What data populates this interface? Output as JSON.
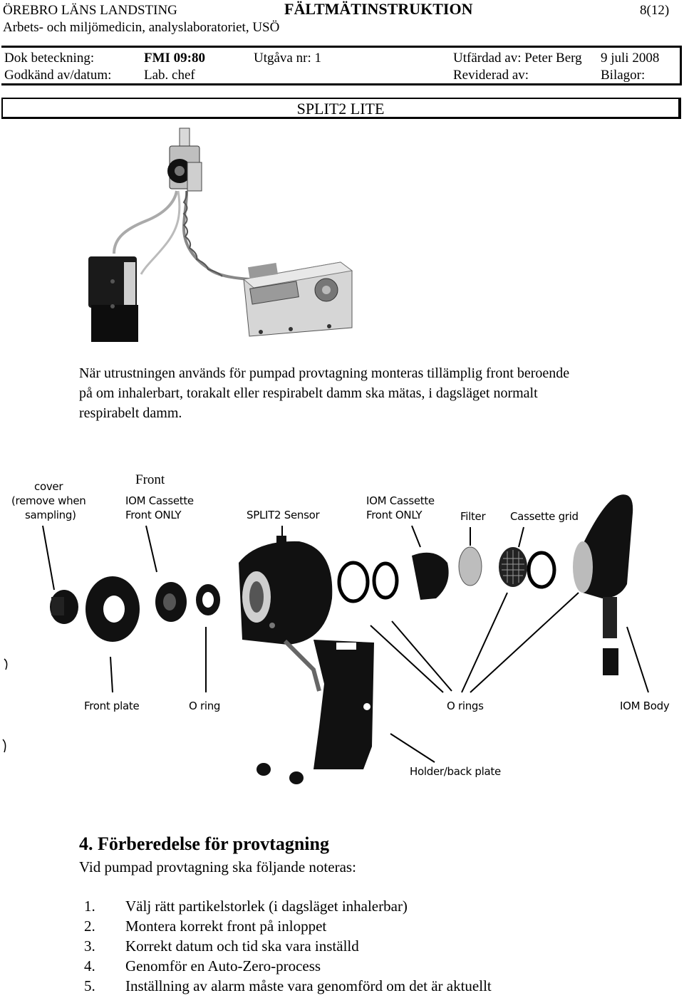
{
  "header": {
    "org": "ÖREBRO LÄNS LANDSTING",
    "doc_type": "FÄLTMÄTINSTRUKTION",
    "page": "8(12)",
    "dept": "Arbets- och miljömedicin, analyslaboratoriet, USÖ"
  },
  "meta": {
    "dok_label": "Dok beteckning:",
    "dok_value": "FMI 09:80",
    "utgava": "Utgåva nr: 1",
    "utfardad": "Utfärdad av: Peter Berg",
    "date": "9 juli 2008",
    "godkand_label": "Godkänd av/datum:",
    "godkand_value": "Lab. chef",
    "reviderad": "Reviderad av:",
    "bilagor": "Bilagor:"
  },
  "title": "SPLIT2 LITE",
  "intro": [
    "När utrustningen används för pumpad provtagning monteras tillämplig front beroende",
    "på om inhalerbart, torakalt eller respirabelt damm ska mätas, i dagsläget normalt",
    "respirabelt damm."
  ],
  "diagram": {
    "front_caption": "Front",
    "labels": {
      "cover": [
        "cover",
        "(remove when",
        "sampling)"
      ],
      "iom_cassette_1": [
        "IOM Cassette",
        "Front ONLY"
      ],
      "split2_sensor": "SPLIT2 Sensor",
      "iom_cassette_2": [
        "IOM Cassette",
        "Front ONLY"
      ],
      "filter": "Filter",
      "cassette_grid": "Cassette grid",
      "front_plate": "Front plate",
      "o_ring": "O ring",
      "o_rings": "O rings",
      "iom_body": "IOM Body",
      "holder": "Holder/back plate"
    }
  },
  "section": {
    "heading": "4. Förberedelse för provtagning",
    "lead": "Vid pumpad provtagning ska följande noteras:",
    "items": [
      {
        "num": "1.",
        "text": "Välj rätt partikelstorlek (i dagsläget inhalerbar)"
      },
      {
        "num": "2.",
        "text": "Montera korrekt front på inloppet"
      },
      {
        "num": "3.",
        "text": "Korrekt datum och tid ska vara inställd"
      },
      {
        "num": "4.",
        "text": "Genomför en Auto-Zero-process"
      },
      {
        "num": "5.",
        "text": "Inställning av alarm måste vara genomförd om det är aktuellt"
      }
    ]
  }
}
